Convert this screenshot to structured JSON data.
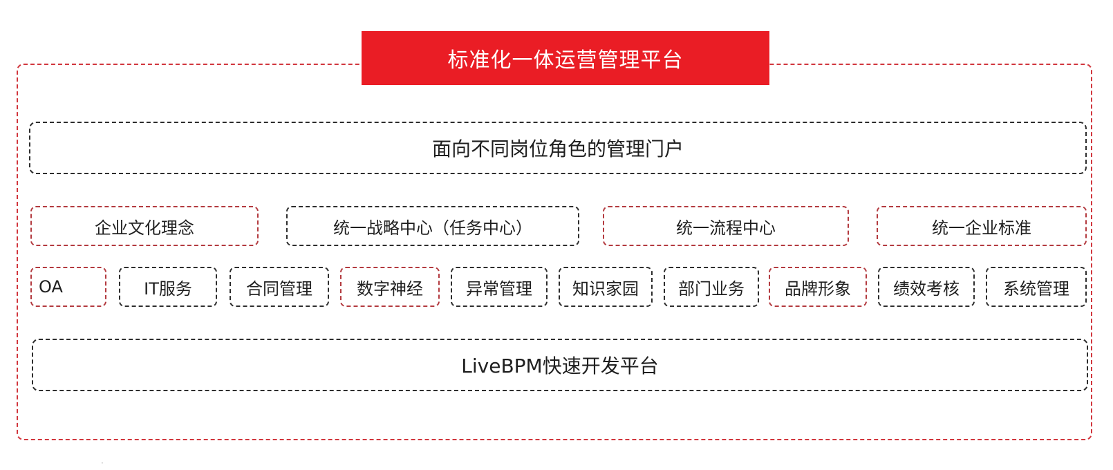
{
  "title": "标准化一体运营管理平台",
  "portal": "面向不同岗位角色的管理门户",
  "centers": [
    "企业文化理念",
    "统一战略中心（任务中心）",
    "统一流程中心",
    "统一企业标准"
  ],
  "modules": [
    "OA",
    "IT服务",
    "合同管理",
    "数字神经",
    "异常管理",
    "知识家园",
    "部门业务",
    "品牌形象",
    "绩效考核",
    "系统管理"
  ],
  "platform": "LiveBPM快速开发平台",
  "colors": {
    "accent": "#ea1d25",
    "outer_border": "#d1363d",
    "box_border": "#2d2d2d",
    "text": "#1f1f1f"
  }
}
